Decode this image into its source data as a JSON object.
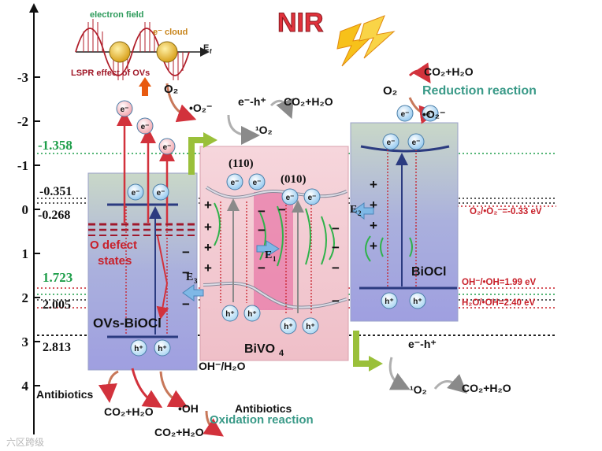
{
  "header": {
    "nir": "NIR",
    "electron_field": "electron field",
    "e_cloud": "e⁻ cloud",
    "ef": "E",
    "ef_sub": "f",
    "lspr": "LSPR effect of OVs"
  },
  "axis": {
    "ticks": [
      {
        "label": "-3",
        "value": -3
      },
      {
        "label": "-2",
        "value": -2
      },
      {
        "label": "-1",
        "value": -1
      },
      {
        "label": "0",
        "value": 0
      },
      {
        "label": "1",
        "value": 1
      },
      {
        "label": "2",
        "value": 2
      },
      {
        "label": "3",
        "value": 3
      },
      {
        "label": "4",
        "value": 4
      }
    ]
  },
  "levels": {
    "l1": "-1.358",
    "l2": "-0.351",
    "l3": "-0.268",
    "l4": "1.723",
    "l5": "2.005",
    "l6": "2.813"
  },
  "materials": {
    "ovs": "OVs-BiOCl",
    "bivo4": "BiVO",
    "bivo4_sub": "4",
    "biocl": "BiOCl",
    "facet110": "(110)",
    "facet010": "(010)",
    "defect1": "O defect",
    "defect2": "states"
  },
  "fields": {
    "e1": "E",
    "e1_sub": "1",
    "e2": "E",
    "e2_sub": "2",
    "e3": "E",
    "e3_sub": "3"
  },
  "potentials": {
    "o2": "O₂/•O₂⁻=-0.33 eV",
    "oh": "OH⁻/•OH=1.99 eV",
    "h2o": "H₂O/•OH=2.40 eV"
  },
  "reactions": {
    "o2_left": "O₂",
    "o2r_left": "•O₂⁻",
    "eh_mid": "e⁻-h⁺",
    "so2_mid": "¹O₂",
    "co2_mid": "CO₂+H₂O",
    "co2_right_top": "CO₂+H₂O",
    "o2_right": "O₂",
    "o2r_right": "•O₂⁻",
    "reduction": "Reduction reaction",
    "eh_bottom": "e⁻-h⁺",
    "so2_bottom": "¹O₂",
    "co2_bottom": "CO₂+H₂O",
    "oh_h2o": "OH⁻/H₂O",
    "antibiotics_left": "Antibiotics",
    "co2_left_bottom": "CO₂+H₂O",
    "oh_radical": "•OH",
    "antibiotics_mid": "Antibiotics",
    "oxidation": "Oxidation reaction",
    "co2_bottom2": "CO₂+H₂O"
  },
  "charges": {
    "electron": "e⁻",
    "hole": "h⁺",
    "plus": "+",
    "minus": "−"
  },
  "watermark": "六区跨级",
  "colors": {
    "green_level": "#1e9e4a",
    "red_text": "#c8202a",
    "dark_red": "#a01828",
    "teal_text": "#3a9a88",
    "bivo4_fill": "#f2c6cf",
    "box_fill": "#a8aee0"
  }
}
